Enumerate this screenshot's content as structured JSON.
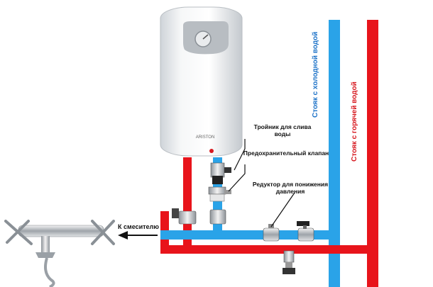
{
  "heater": {
    "brand": "ARISTON"
  },
  "labels": {
    "drain_tee": "Тройник для слива воды",
    "safety_valve": "Предохранительный клапан",
    "pressure_reducer": "Редуктор для понижения давления",
    "to_mixer": "К смесителю"
  },
  "risers": {
    "cold": "Стояк с холодной водой",
    "hot": "Стояк с горячей водой"
  },
  "colors": {
    "cold_pipe": "#2aa3e8",
    "hot_pipe": "#e8141b",
    "label_blue": "#1e73c8",
    "label_red": "#d71920"
  }
}
